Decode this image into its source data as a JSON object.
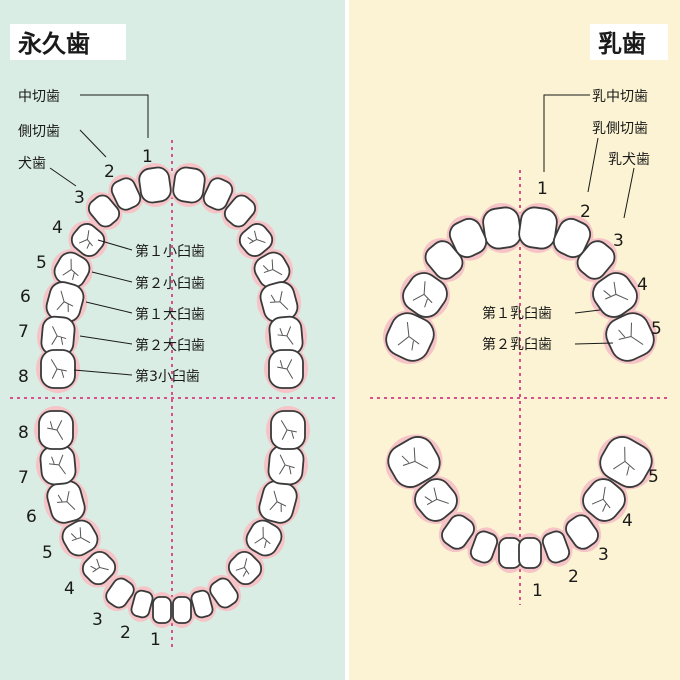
{
  "colors": {
    "permanent_bg": "#d9ede4",
    "primary_bg": "#fbf3d3",
    "gum": "#f6c3c7",
    "midline": "#d9508a",
    "tooth_fill": "#ffffff",
    "tooth_outline": "#3a3a3a"
  },
  "permanent": {
    "title": "永久歯",
    "labels": {
      "central_incisor": "中切歯",
      "lateral_incisor": "側切歯",
      "canine": "犬歯",
      "first_premolar": "第１小臼歯",
      "second_premolar": "第２小臼歯",
      "first_molar": "第１大臼歯",
      "second_molar": "第２大臼歯",
      "third_molar": "第3小臼歯"
    },
    "upper_numbers": [
      "1",
      "2",
      "3",
      "4",
      "5",
      "6",
      "7",
      "8"
    ],
    "lower_numbers": [
      "1",
      "2",
      "3",
      "4",
      "5",
      "6",
      "7",
      "8"
    ]
  },
  "primary": {
    "title": "乳歯",
    "labels": {
      "central_incisor": "乳中切歯",
      "lateral_incisor": "乳側切歯",
      "canine": "乳犬歯",
      "first_molar": "第１乳臼歯",
      "second_molar": "第２乳臼歯"
    },
    "upper_numbers": [
      "1",
      "2",
      "3",
      "4",
      "5"
    ],
    "lower_numbers": [
      "1",
      "2",
      "3",
      "4",
      "5"
    ]
  }
}
